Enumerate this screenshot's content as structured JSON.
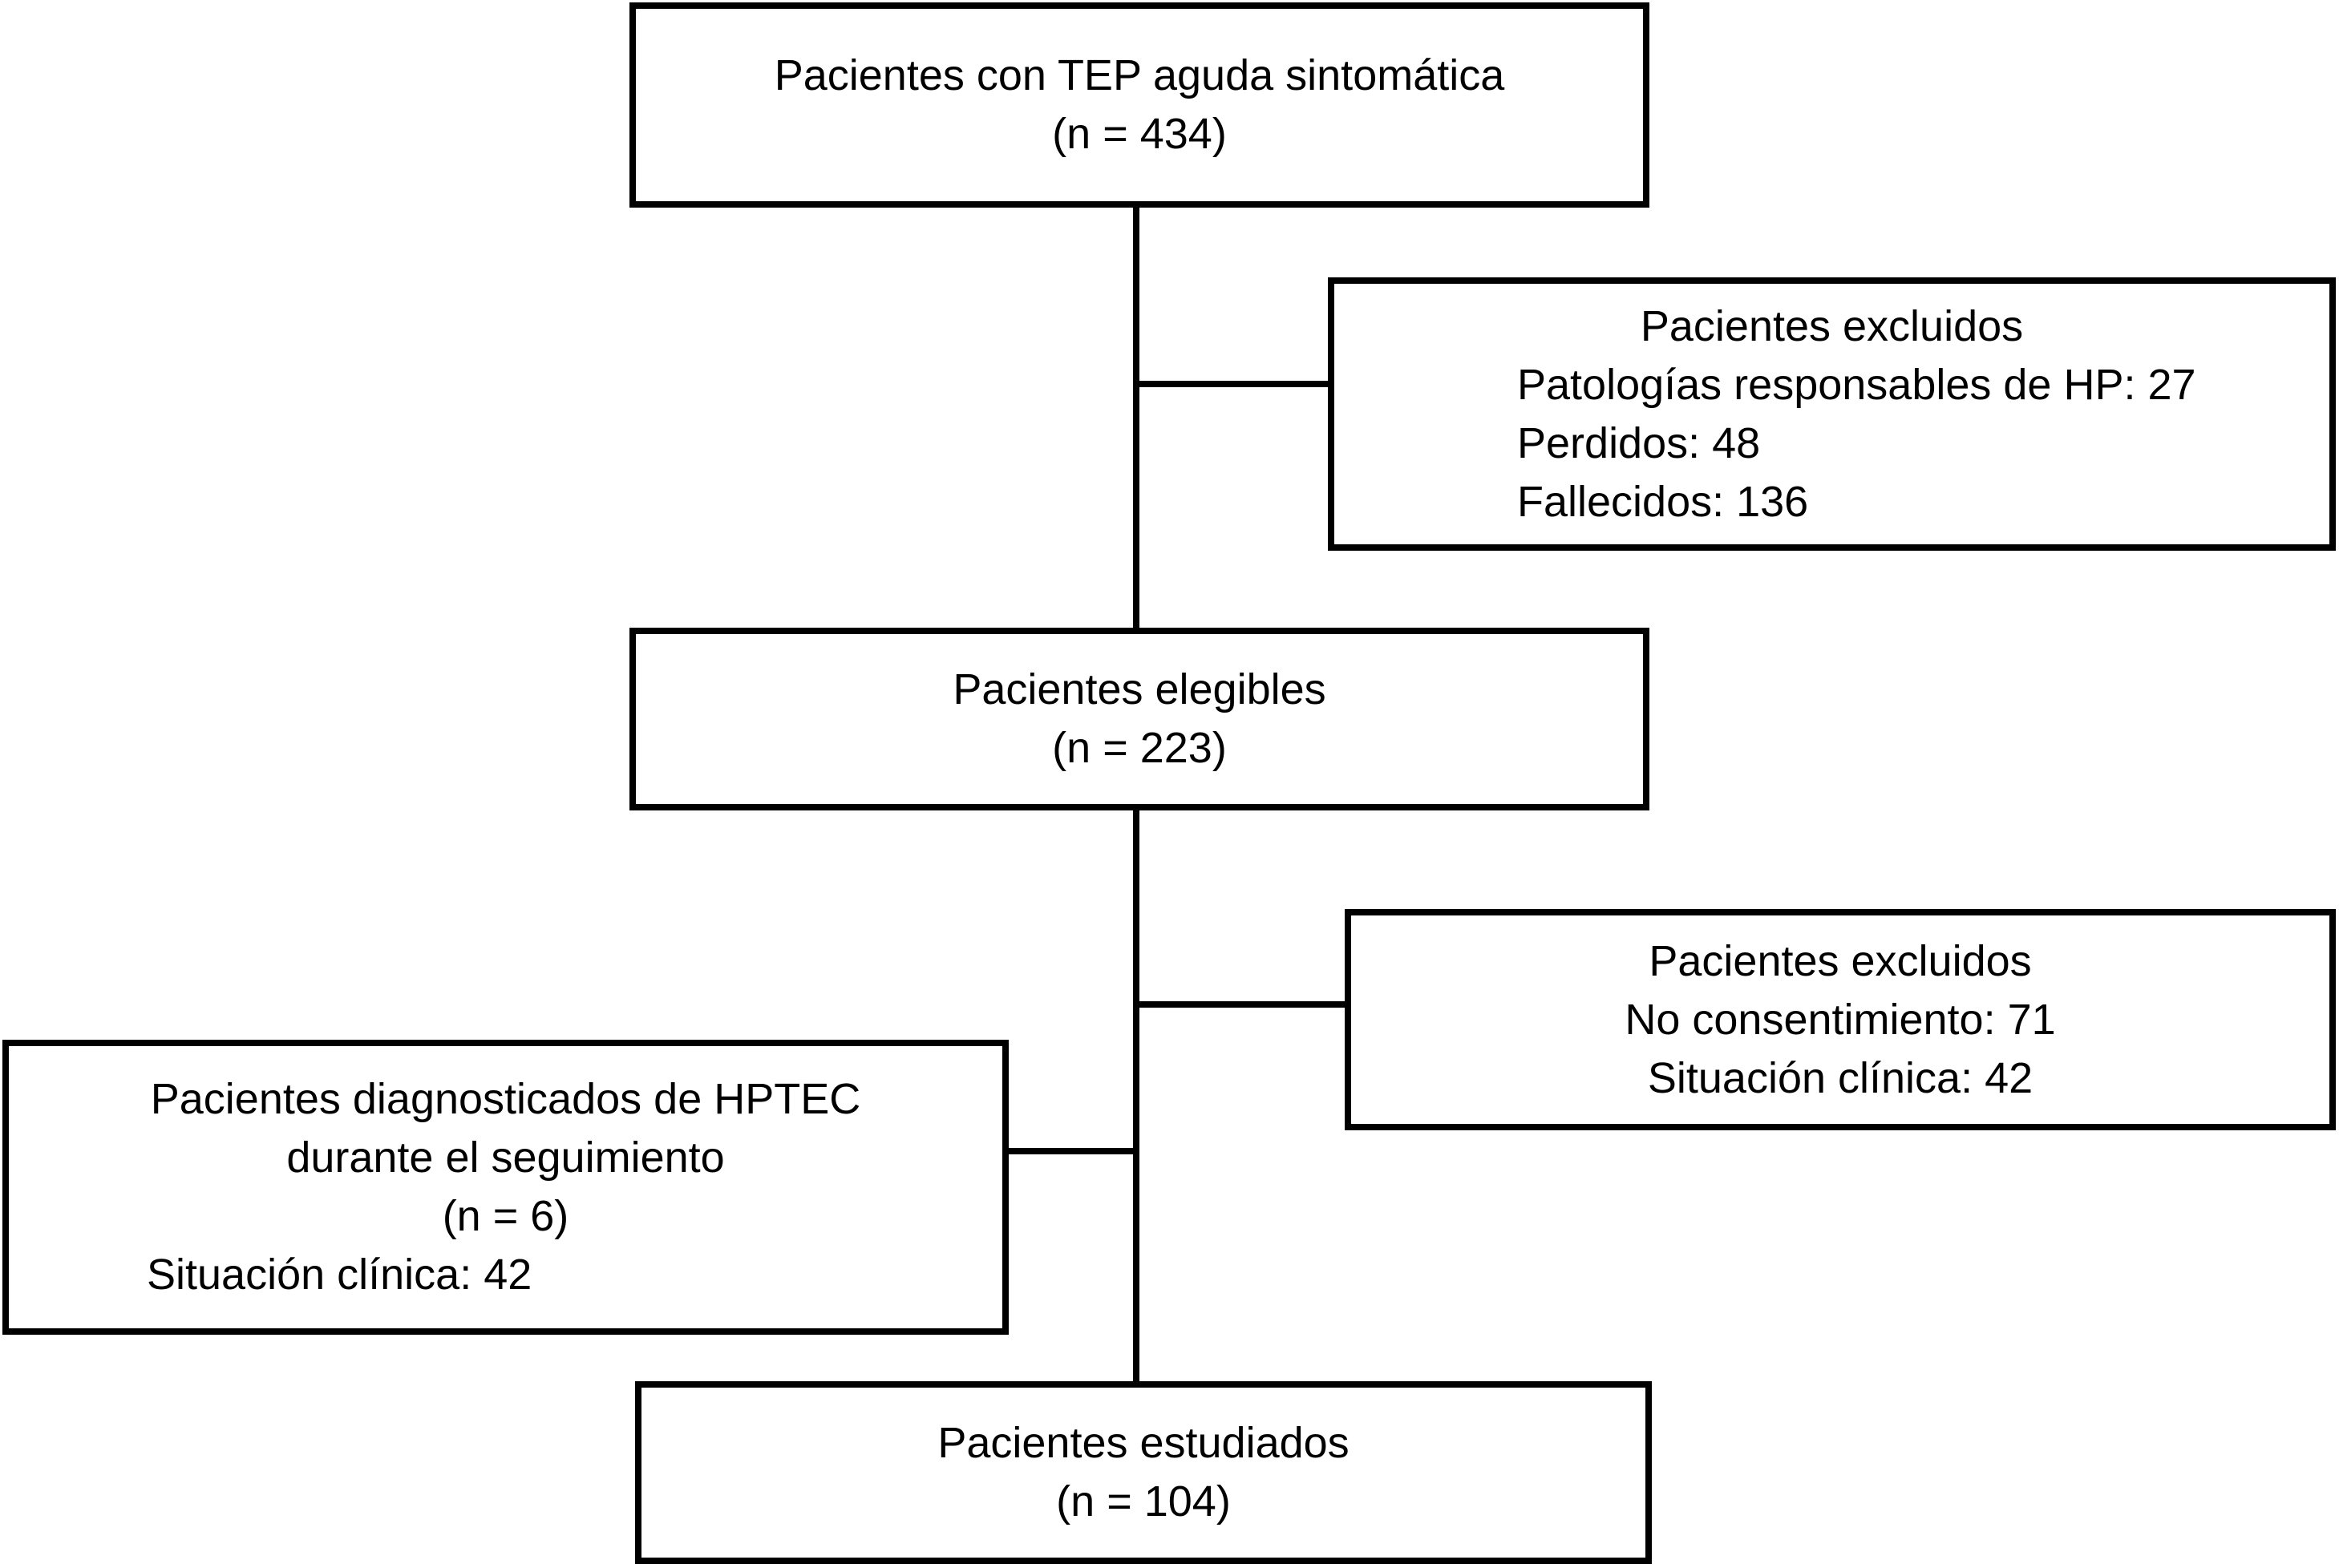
{
  "diagram": {
    "background_color": "#ffffff",
    "line_color": "#000000",
    "boxes": {
      "top": {
        "lines": [
          "Pacientes con TEP aguda sintomática",
          "(n = 434)"
        ]
      },
      "excluded1": {
        "title": "Pacientes excluidos",
        "items": [
          "Patologías responsables de HP: 27",
          "Perdidos: 48",
          "Fallecidos: 136"
        ]
      },
      "eligible": {
        "lines": [
          "Pacientes elegibles",
          "(n = 223)"
        ]
      },
      "excluded2": {
        "title": "Pacientes excluidos",
        "items": [
          "No consentimiento: 71",
          "Situación clínica: 42"
        ]
      },
      "diagnosed": {
        "lines": [
          "Pacientes diagnosticados de HPTEC",
          "durante el seguimiento",
          "(n = 6)"
        ],
        "note": "Situación clínica: 42"
      },
      "studied": {
        "lines": [
          "Pacientes estudiados",
          "(n = 104)"
        ]
      }
    }
  }
}
